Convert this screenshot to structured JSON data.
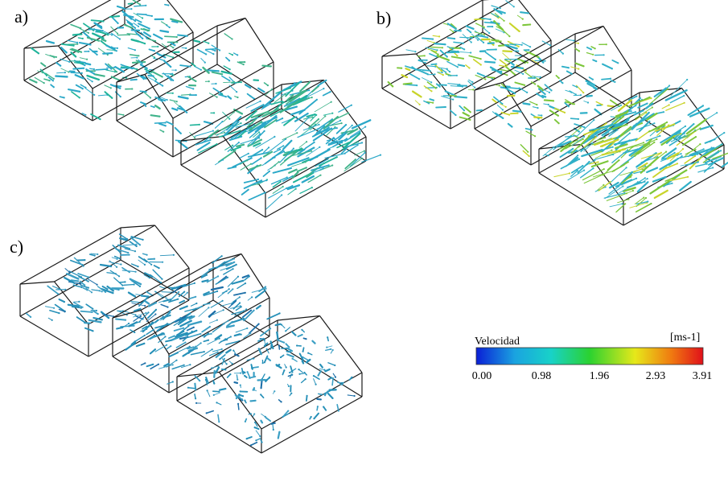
{
  "panels": [
    {
      "label": "a)",
      "vector_shade": "#2aa8c8",
      "secondary_shade": "#3fb38a",
      "peak_shade": "#1fb39a"
    },
    {
      "label": "b)",
      "vector_shade": "#30b0c8",
      "secondary_shade": "#7cc63a",
      "peak_shade": "#c9d42a"
    },
    {
      "label": "c)",
      "vector_shade": "#2690b8",
      "secondary_shade": "#3b9fc4",
      "peak_shade": "#1d6fa8"
    }
  ],
  "legend": {
    "title": "Velocidad",
    "unit": "[ms-1]",
    "ticks": [
      "0.00",
      "0.98",
      "1.96",
      "2.93",
      "3.91"
    ],
    "colors": [
      "#0a1fd6",
      "#1aa3e0",
      "#18d2c8",
      "#2bd230",
      "#e6e81a",
      "#f07a10",
      "#e0101a"
    ]
  }
}
